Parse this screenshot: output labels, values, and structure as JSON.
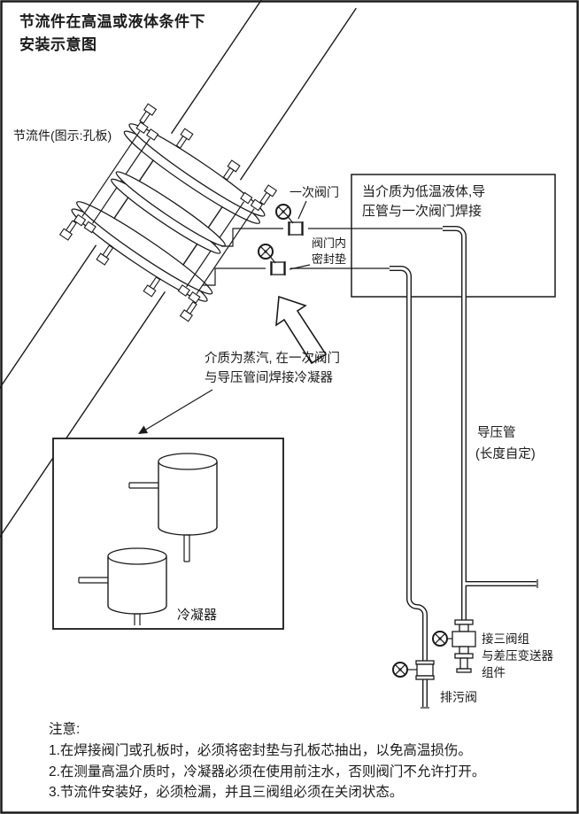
{
  "colors": {
    "ink": "#1a1a1a",
    "background": "#ffffff"
  },
  "title": {
    "line1": "节流件在高温或液体条件下",
    "line2": "安装示意图"
  },
  "diagram": {
    "throttle_label": "节流件(图示:孔板)",
    "primary_valve_label": "一次阀门",
    "valve_gasket_label": {
      "line1": "阀门内",
      "line2": "密封垫"
    },
    "low_temp_note": {
      "line1": "当介质为低温液体,导",
      "line2": "压管与一次阀门焊接"
    },
    "steam_note": {
      "line1": "介质为蒸汽, 在一次阀门",
      "line2": "与导压管间焊接冷凝器"
    },
    "impulse_pipe_label": {
      "line1": "导压管",
      "line2": "(长度自定)"
    },
    "condenser_label": "冷凝器",
    "manifold_label": {
      "line1": "接三阀组",
      "line2": "与差压变送器",
      "line3": "组件"
    },
    "drain_valve_label": "排污阀"
  },
  "notes": {
    "heading": "注意:",
    "items": [
      "1.在焊接阀门或孔板时，必须将密封垫与孔板芯抽出，以免高温损伤。",
      "2.在测量高温介质时，冷凝器必须在使用前注水，否则阀门不允许打开。",
      "3.节流件安装好，必须检漏，并且三阀组必须在关闭状态。"
    ]
  }
}
